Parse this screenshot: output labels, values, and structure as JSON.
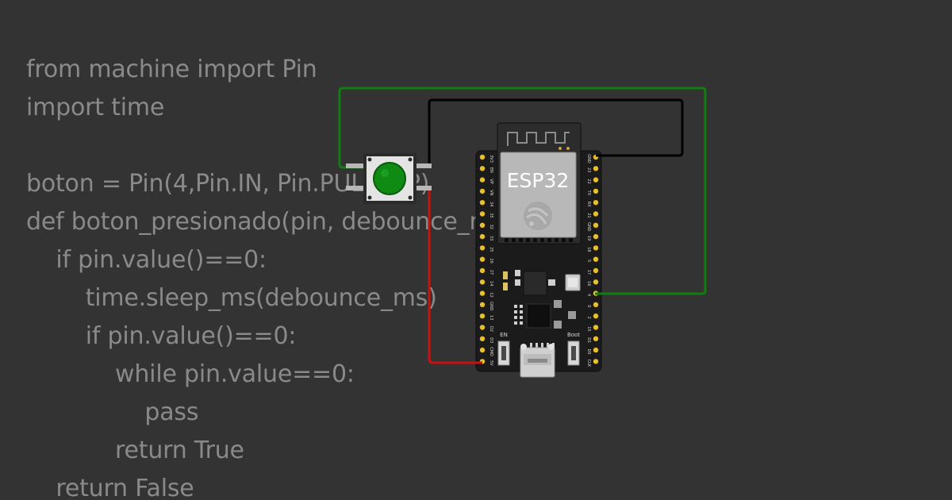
{
  "code": {
    "lines": [
      "from machine import Pin",
      "import time",
      "",
      "boton = Pin(4,Pin.IN, Pin.PULL_UP)",
      "def boton_presionado(pin, debounce_ms=50):",
      "    if pin.value()==0:",
      "        time.sleep_ms(debounce_ms)",
      "        if pin.value()==0:",
      "            while pin.value==0:",
      "                pass",
      "            return True",
      "    return False"
    ]
  },
  "board": {
    "module_label": "ESP32",
    "en_label": "EN",
    "boot_label": "Boot",
    "left_pins": [
      "3V3",
      "EN",
      "VP",
      "VN",
      "34",
      "35",
      "32",
      "33",
      "25",
      "26",
      "27",
      "14",
      "12",
      "GND",
      "13",
      "D2",
      "D3",
      "CMD",
      "5V"
    ],
    "right_pins": [
      "GND",
      "23",
      "22",
      "TX",
      "RX",
      "21",
      "GND",
      "19",
      "18",
      "5",
      "17",
      "16",
      "4",
      "0",
      "2",
      "15",
      "D1",
      "D0",
      "CLK"
    ]
  },
  "colors": {
    "background": "#333333",
    "code_text": "#8a8a8a",
    "wire_green": "#0f7d0f",
    "wire_black": "#000000",
    "wire_red": "#cc1010",
    "button_cap": "#0f8a12",
    "board": "#1b1b1b",
    "pin_gold": "#e8c12a"
  },
  "icons": {
    "button": "green-pushbutton-icon",
    "logo": "espressif-logo-icon"
  }
}
